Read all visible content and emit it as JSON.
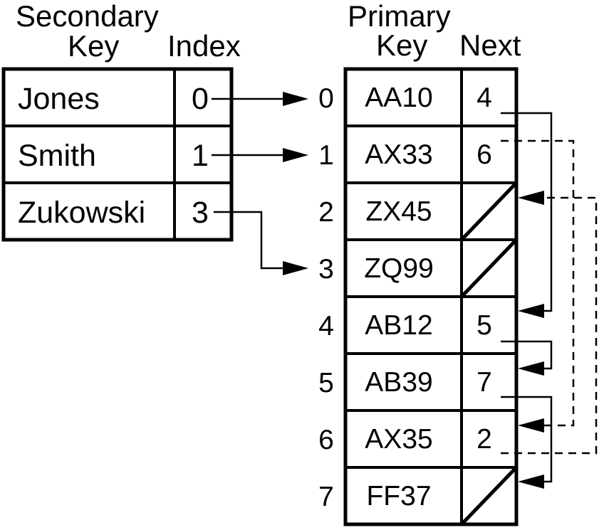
{
  "colors": {
    "ink": "#000000",
    "background": "#ffffff"
  },
  "secondary_table": {
    "title_line": "Secondary",
    "col_key": "Key",
    "col_index": "Index",
    "rows": [
      {
        "key": "Jones",
        "index": "0"
      },
      {
        "key": "Smith",
        "index": "1"
      },
      {
        "key": "Zukowski",
        "index": "3"
      }
    ]
  },
  "primary_table": {
    "title_line": "Primary",
    "col_key": "Key",
    "col_next": "Next",
    "rows": [
      {
        "slot": "0",
        "key": "AA10",
        "next": "4"
      },
      {
        "slot": "1",
        "key": "AX33",
        "next": "6"
      },
      {
        "slot": "2",
        "key": "ZX45",
        "next": null
      },
      {
        "slot": "3",
        "key": "ZQ99",
        "next": null
      },
      {
        "slot": "4",
        "key": "AB12",
        "next": "5"
      },
      {
        "slot": "5",
        "key": "AB39",
        "next": "7"
      },
      {
        "slot": "6",
        "key": "AX35",
        "next": "2"
      },
      {
        "slot": "7",
        "key": "FF37",
        "next": null
      }
    ]
  },
  "links": {
    "secondary_to_primary": [
      {
        "from_key": "Jones",
        "to_slot": "0",
        "style": "solid"
      },
      {
        "from_key": "Smith",
        "to_slot": "1",
        "style": "solid"
      },
      {
        "from_key": "Zukowski",
        "to_slot": "3",
        "style": "solid"
      }
    ],
    "next_chain": [
      {
        "from_slot": "0",
        "to_slot": "4",
        "style": "solid"
      },
      {
        "from_slot": "4",
        "to_slot": "5",
        "style": "solid"
      },
      {
        "from_slot": "5",
        "to_slot": "7",
        "style": "solid"
      },
      {
        "from_slot": "1",
        "to_slot": "6",
        "style": "dashed"
      },
      {
        "from_slot": "6",
        "to_slot": "2",
        "style": "dashed"
      }
    ],
    "null_slots": [
      "2",
      "3",
      "7"
    ]
  }
}
